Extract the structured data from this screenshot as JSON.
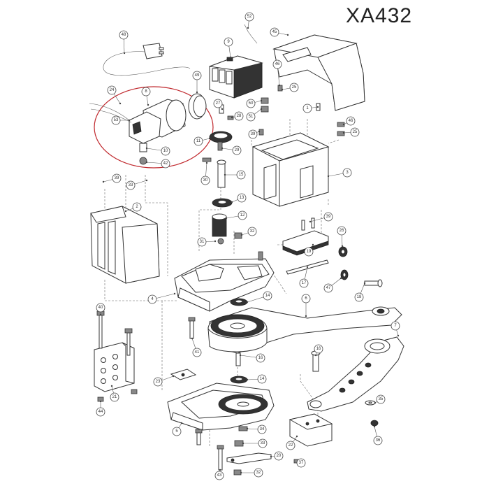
{
  "title": "XA432",
  "colors": {
    "highlight": "#c0282d",
    "ink": "#333333"
  },
  "parts": [
    {
      "num": "52"
    },
    {
      "num": "48"
    },
    {
      "num": "9"
    },
    {
      "num": "45"
    },
    {
      "num": "49"
    },
    {
      "num": "46"
    },
    {
      "num": "25"
    },
    {
      "num": "24"
    },
    {
      "num": "8"
    },
    {
      "num": "53"
    },
    {
      "num": "27"
    },
    {
      "num": "50"
    },
    {
      "num": "28"
    },
    {
      "num": "51"
    },
    {
      "num": "1"
    },
    {
      "num": "46"
    },
    {
      "num": "25"
    },
    {
      "num": "39"
    },
    {
      "num": "11"
    },
    {
      "num": "29"
    },
    {
      "num": "10"
    },
    {
      "num": "42"
    },
    {
      "num": "30"
    },
    {
      "num": "15"
    },
    {
      "num": "3"
    },
    {
      "num": "39"
    },
    {
      "num": "33"
    },
    {
      "num": "13"
    },
    {
      "num": "2"
    },
    {
      "num": "12"
    },
    {
      "num": "39"
    },
    {
      "num": "32"
    },
    {
      "num": "26"
    },
    {
      "num": "31"
    },
    {
      "num": "19"
    },
    {
      "num": "47"
    },
    {
      "num": "17"
    },
    {
      "num": "18"
    },
    {
      "num": "4"
    },
    {
      "num": "14"
    },
    {
      "num": "6"
    },
    {
      "num": "40"
    },
    {
      "num": "7"
    },
    {
      "num": "41"
    },
    {
      "num": "16"
    },
    {
      "num": "16"
    },
    {
      "num": "23"
    },
    {
      "num": "14"
    },
    {
      "num": "21"
    },
    {
      "num": "44"
    },
    {
      "num": "35"
    },
    {
      "num": "34"
    },
    {
      "num": "22"
    },
    {
      "num": "36"
    },
    {
      "num": "5"
    },
    {
      "num": "33"
    },
    {
      "num": "20"
    },
    {
      "num": "37"
    },
    {
      "num": "43"
    },
    {
      "num": "32"
    }
  ]
}
